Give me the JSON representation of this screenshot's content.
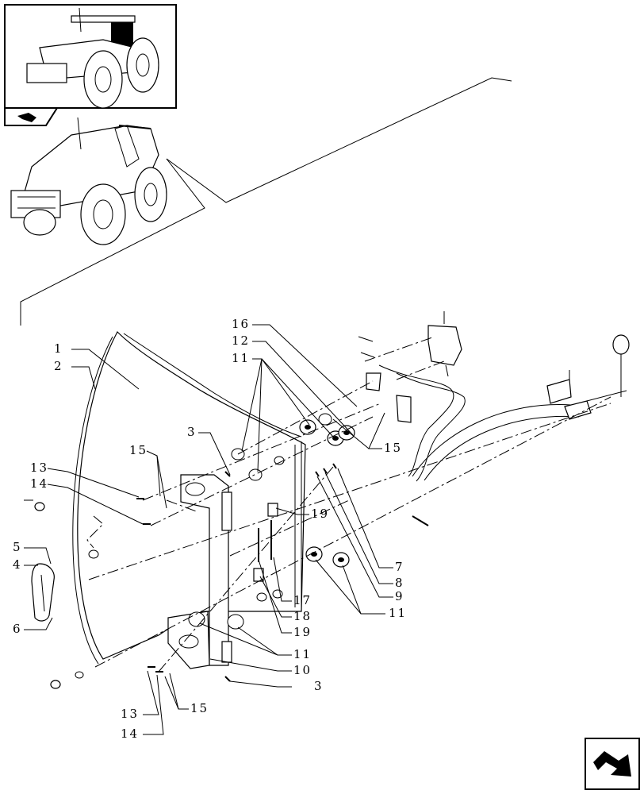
{
  "callouts": {
    "c1": "1",
    "c2": "2",
    "c3a": "3",
    "c3b": "3",
    "c4": "4",
    "c5": "5",
    "c6": "6",
    "c7": "7",
    "c8": "8",
    "c9": "9",
    "c10": "10",
    "c11a": "11",
    "c11b": "11",
    "c11c": "11",
    "c12": "12",
    "c13a": "13",
    "c13b": "13",
    "c14a": "14",
    "c14b": "14",
    "c15a": "15",
    "c15b": "15",
    "c15c": "15",
    "c16": "16",
    "c17": "17",
    "c18": "18",
    "c19a": "19",
    "c19b": "19"
  },
  "icons": {
    "tractor_inset": "tractor-thumbnail-icon",
    "tractor_main": "tractor-locator-icon",
    "small_arrow": "page-arrow-icon",
    "nav_arrow": "next-page-arrow-icon"
  }
}
